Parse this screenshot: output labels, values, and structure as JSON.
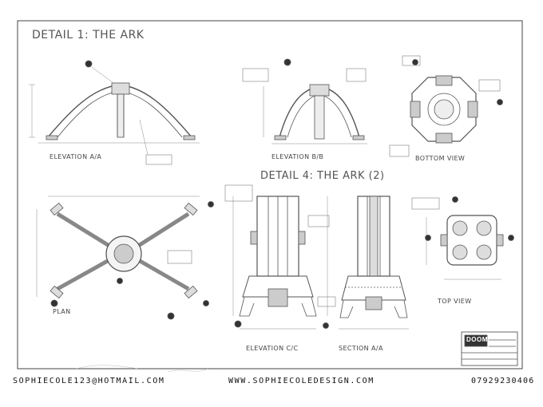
{
  "sheet": {
    "detail1_title": "DETAIL 1: THE ARK",
    "detail4_title": "DETAIL 4: THE ARK (2)",
    "views": {
      "elevation_aa": "ELEVATION A/A",
      "elevation_bb": "ELEVATION B/B",
      "bottom_view": "BOTTOM VIEW",
      "plan": "PLAN",
      "elevation_cc": "ELEVATION C/C",
      "section_aa": "SECTION A/A",
      "top_view": "TOP VIEW"
    },
    "title_block_logo": "DOOM"
  },
  "footer": {
    "email": "SOPHIECOLE123@HOTMAIL.COM",
    "website": "WWW.SOPHIECOLEDESIGN.COM",
    "phone": "07929230406"
  }
}
